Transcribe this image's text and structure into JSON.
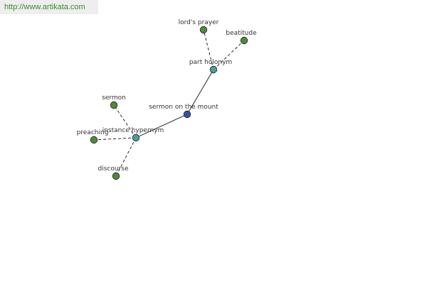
{
  "watermark": {
    "text": "http://www.artikata.com"
  },
  "colors": {
    "center_node": "#3b4fa0",
    "relation_node": "#4f9a9a",
    "leaf_node": "#4f8a3b",
    "node_stroke": "#222222",
    "edge": "#111111",
    "watermark_text": "#3a8a2e"
  },
  "graph": {
    "nodes": [
      {
        "id": "center",
        "label": "sermon on the mount",
        "kind": "center"
      },
      {
        "id": "part_holonym",
        "label": "part holonym",
        "kind": "relation"
      },
      {
        "id": "instance_hypernym",
        "label": "instance hypernym",
        "kind": "relation"
      },
      {
        "id": "lords_prayer",
        "label": "lord's prayer",
        "kind": "leaf"
      },
      {
        "id": "beatitude",
        "label": "beatitude",
        "kind": "leaf"
      },
      {
        "id": "sermon",
        "label": "sermon",
        "kind": "leaf"
      },
      {
        "id": "preaching",
        "label": "preaching",
        "kind": "leaf"
      },
      {
        "id": "discourse",
        "label": "discourse",
        "kind": "leaf"
      }
    ],
    "edges": [
      {
        "from": "center",
        "to": "part_holonym",
        "style": "solid"
      },
      {
        "from": "center",
        "to": "instance_hypernym",
        "style": "solid"
      },
      {
        "from": "part_holonym",
        "to": "lords_prayer",
        "style": "dashed"
      },
      {
        "from": "part_holonym",
        "to": "beatitude",
        "style": "dashed"
      },
      {
        "from": "instance_hypernym",
        "to": "sermon",
        "style": "dashed"
      },
      {
        "from": "instance_hypernym",
        "to": "preaching",
        "style": "dashed"
      },
      {
        "from": "instance_hypernym",
        "to": "discourse",
        "style": "dashed"
      }
    ]
  }
}
